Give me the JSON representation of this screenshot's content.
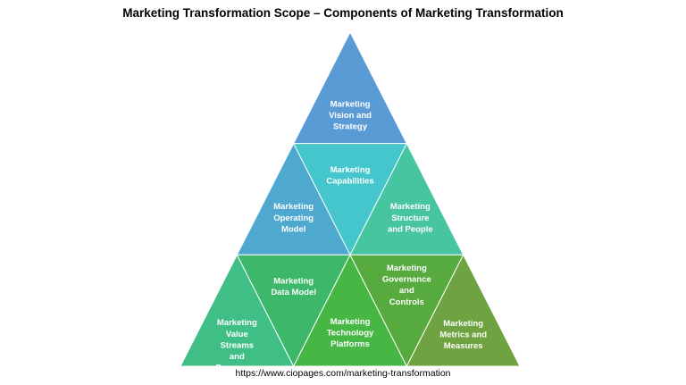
{
  "title": "Marketing Transformation Scope – Components of Marketing Transformation",
  "source": "https://www.ciopages.com/marketing-transformation",
  "segments": [
    {
      "id": "vision-strategy",
      "lines": [
        "Marketing",
        "Vision and",
        "Strategy"
      ],
      "color": "#5b9bd5"
    },
    {
      "id": "operating-model",
      "lines": [
        "Marketing",
        "Operating",
        "Model"
      ],
      "color": "#4fa8cf"
    },
    {
      "id": "capabilities",
      "lines": [
        "Marketing",
        "Capabilities"
      ],
      "color": "#45c6cc"
    },
    {
      "id": "structure-people",
      "lines": [
        "Marketing",
        "Structure",
        "and People"
      ],
      "color": "#47c4a0"
    },
    {
      "id": "value-streams",
      "lines": [
        "Marketing",
        "Value",
        "Streams",
        "and",
        "Processes"
      ],
      "color": "#3fbf86"
    },
    {
      "id": "data-model",
      "lines": [
        "Marketing",
        "Data Model"
      ],
      "color": "#3db86a"
    },
    {
      "id": "technology-platforms",
      "lines": [
        "Marketing",
        "Technology",
        "Platforms"
      ],
      "color": "#46b645"
    },
    {
      "id": "governance-controls",
      "lines": [
        "Marketing",
        "Governance",
        "and",
        "Controls"
      ],
      "color": "#57ab3e"
    },
    {
      "id": "metrics-measures",
      "lines": [
        "Marketing",
        "Metrics and",
        "Measures"
      ],
      "color": "#6fa342"
    }
  ]
}
